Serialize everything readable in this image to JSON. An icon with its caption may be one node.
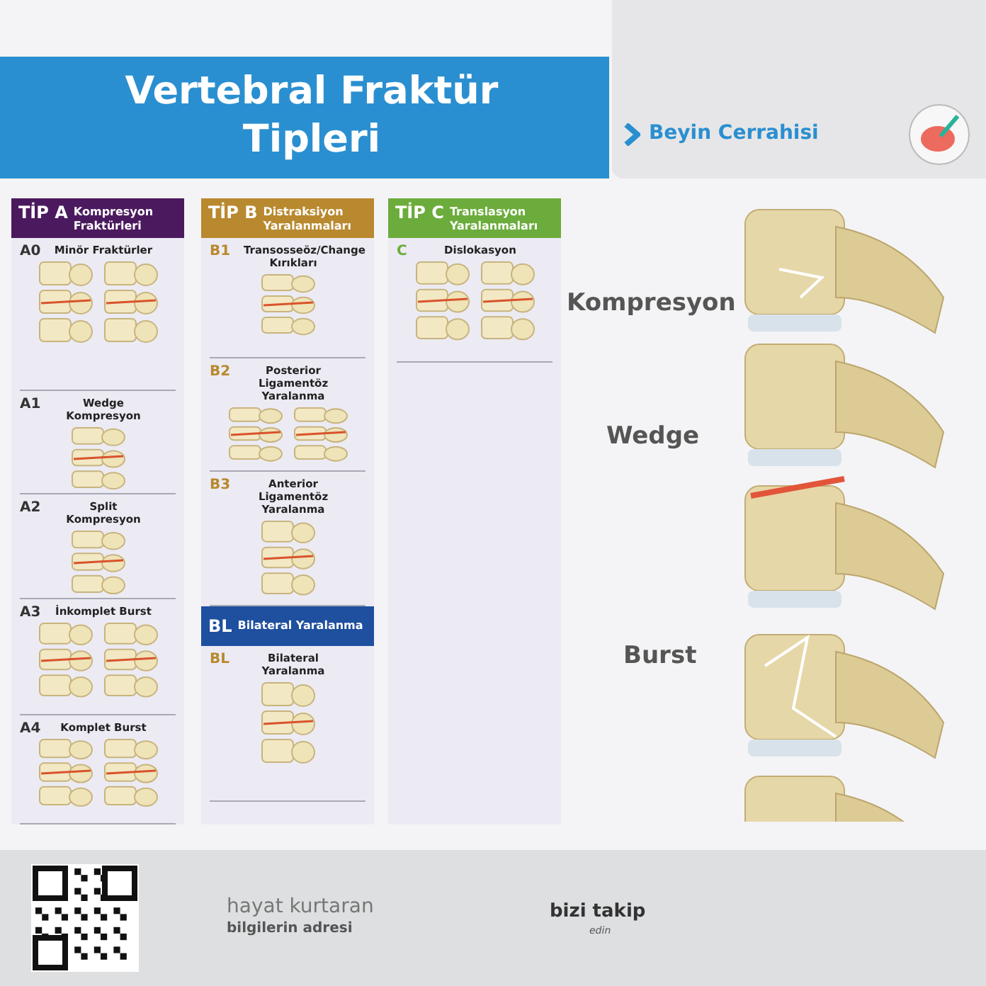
{
  "diagram": {
    "title": "Vertebral Fraktür Tipleri",
    "nodes": [
      {
        "text": [
          "TİP A",
          "Kompresyon Fraktürleri"
        ]
      },
      {
        "text": [
          "A0",
          "Minör Fraktürler"
        ],
        "in": 0
      },
      {
        "text": [
          "A1",
          "Wedge Kompresyon"
        ],
        "in": 0
      },
      {
        "text": [
          "A2",
          "Split Kompresyon"
        ],
        "in": 0
      },
      {
        "text": [
          "A3",
          "İnkomplet Burst"
        ],
        "in": 0
      },
      {
        "text": [
          "A4",
          "Komplet Burst"
        ],
        "in": 0
      },
      {
        "text": [
          "TİP B",
          "Distraksiyon Yaralanmaları"
        ]
      },
      {
        "text": [
          "B1",
          "Transosseöz/Change Kırıkları"
        ],
        "in": 6
      },
      {
        "text": [
          "B2",
          "Posterior Ligamentöz Yaralanma"
        ],
        "in": 6
      },
      {
        "text": [
          "B3",
          "Anterior Ligamentöz Yaralanma"
        ],
        "in": 6
      },
      {
        "text": [
          "BL",
          "Bilateral Yaralanma"
        ],
        "in": 6
      },
      {
        "text": [
          "BL",
          "Bilateral Yaralanma"
        ],
        "in": 6
      },
      {
        "text": [
          "TİP C",
          "Translasyon Yaralanmaları"
        ]
      },
      {
        "text": [
          "C",
          "Dislokasyon"
        ],
        "in": 12
      }
    ],
    "labels": [
      "Beyin Cerrahisi",
      "Kompresyon",
      "Wedge",
      "Burst",
      "hayat kurtaran",
      "bilgilerin adresi",
      "bizi takip",
      "edin"
    ]
  }
}
